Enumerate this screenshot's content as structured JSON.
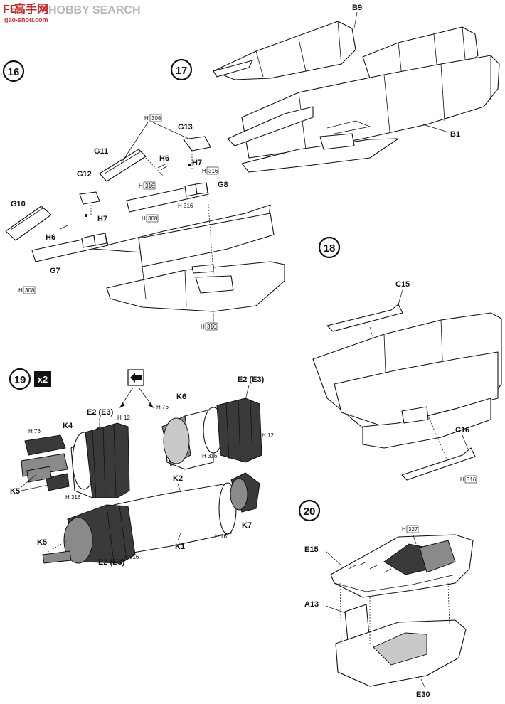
{
  "watermark": {
    "brand_cn": "高手网",
    "brand_en": "HOBBY SEARCH",
    "url": "gao-shou.com",
    "prefix_letters": "FE"
  },
  "steps": {
    "s16": "16",
    "s17": "17",
    "s18": "18",
    "s19": "19",
    "s20": "20",
    "x2": "x2"
  },
  "parts": {
    "b9": "B9",
    "b1": "B1",
    "g13": "G13",
    "g11": "G11",
    "h6a": "H6",
    "h7a": "H7",
    "g12": "G12",
    "g8": "G8",
    "g10": "G10",
    "h7b": "H7",
    "h6b": "H6",
    "g7": "G7",
    "c15": "C15",
    "c16": "C16",
    "k4": "K4",
    "k5a": "K5",
    "k6": "K6",
    "k2": "K2",
    "k7": "K7",
    "k5b": "K5",
    "k1": "K1",
    "e2e3a": "E2 (E3)",
    "e2e3b": "E2 (E3)",
    "e2e3c": "E2 (E3)",
    "e15": "E15",
    "a13": "A13",
    "e30": "E30"
  },
  "paint": {
    "h": "H",
    "n308": "308",
    "n316": "316",
    "n76": "76",
    "n12": "12",
    "n327": "327"
  },
  "colors": {
    "ink": "#111111",
    "dark_part": "#3a3a3a",
    "mid_part": "#8a8a8a",
    "watermark_gray": "#b8b8b8",
    "watermark_red": "#cc2222"
  }
}
